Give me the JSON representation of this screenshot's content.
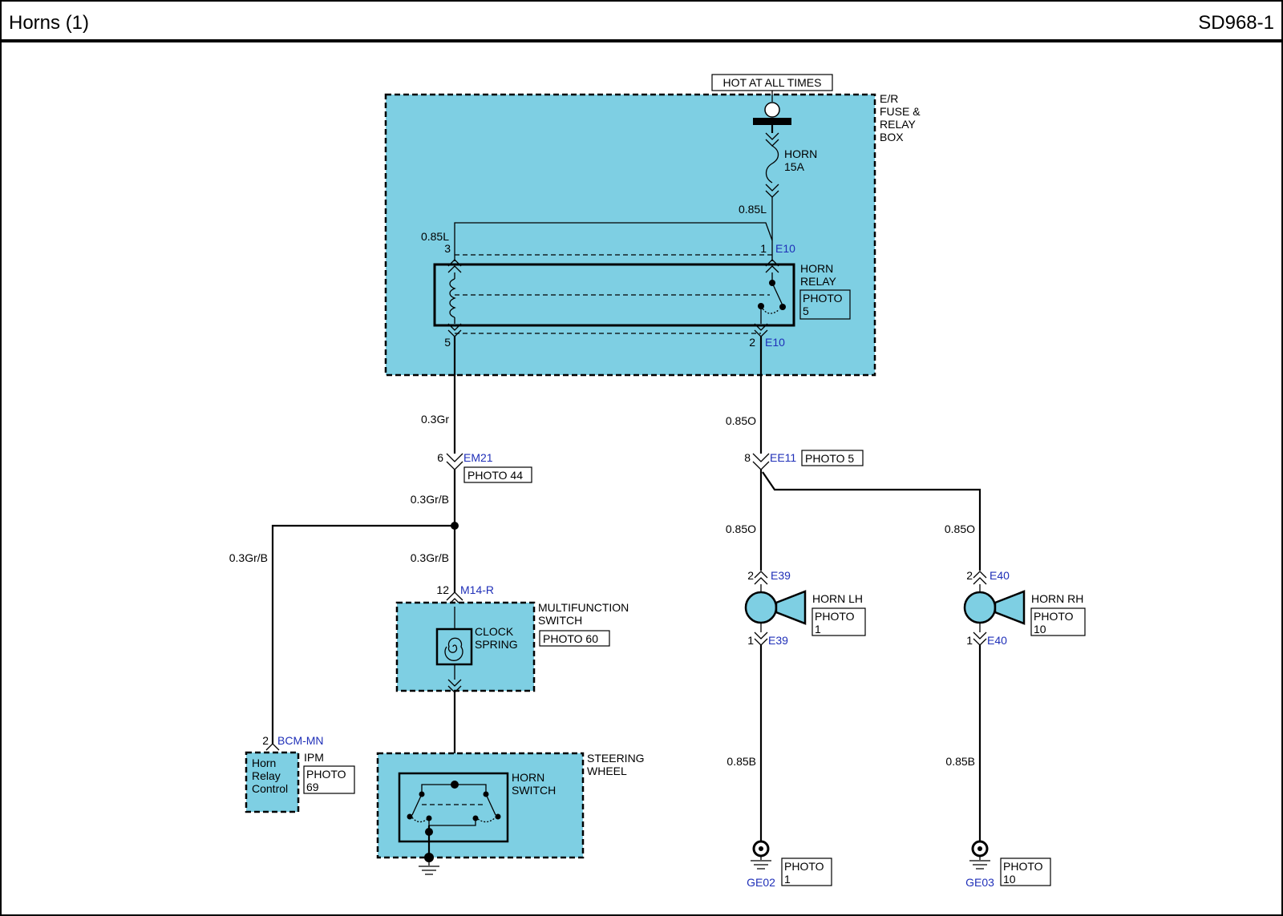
{
  "header": {
    "title": "Horns (1)",
    "code": "SD968-1"
  },
  "power": {
    "label": "HOT AT ALL TIMES"
  },
  "fuse_box": {
    "name_lines": [
      "E/R",
      "FUSE &",
      "RELAY",
      "BOX"
    ],
    "fuse_name": "HORN",
    "fuse_rating": "15A"
  },
  "horn_relay": {
    "name_lines": [
      "HORN",
      "RELAY"
    ],
    "photo_lines": [
      "PHOTO",
      "5"
    ],
    "pins": {
      "p1": "1",
      "p2": "2",
      "p3": "3",
      "p5": "5"
    },
    "connector_top": "E10",
    "connector_bottom": "E10"
  },
  "wires": {
    "fuse_to_relay": "0.85L",
    "relay_pin3": "0.85L",
    "relay_to_em21": "0.3Gr",
    "em21_to_splice": "0.3Gr/B",
    "splice_to_ipm": "0.3Gr/B",
    "splice_to_m14": "0.3Gr/B",
    "relay_to_ee11": "0.85O",
    "ee11_to_horn_lh": "0.85O",
    "ee11_to_horn_rh": "0.85O",
    "horn_lh_ground": "0.85B",
    "horn_rh_ground": "0.85B"
  },
  "connectors": {
    "em21": {
      "pin": "6",
      "id": "EM21",
      "photo": "PHOTO 44"
    },
    "ee11": {
      "pin": "8",
      "id": "EE11",
      "photo": "PHOTO 5"
    },
    "m14": {
      "pin": "12",
      "id": "M14-R"
    }
  },
  "multifunction_switch": {
    "name_lines": [
      "MULTIFUNCTION",
      "SWITCH"
    ],
    "photo": "PHOTO 60",
    "clock_spring_lines": [
      "CLOCK",
      "SPRING"
    ]
  },
  "steering_wheel": {
    "name_lines": [
      "STEERING",
      "WHEEL"
    ],
    "switch_lines": [
      "HORN",
      "SWITCH"
    ]
  },
  "ipm": {
    "pin": "2",
    "connector": "BCM-MN",
    "name": "IPM",
    "function_lines": [
      "Horn",
      "Relay",
      "Control"
    ],
    "photo_lines": [
      "PHOTO",
      "69"
    ]
  },
  "horn_lh": {
    "name": "HORN LH",
    "photo_lines": [
      "PHOTO",
      "1"
    ],
    "pin_top": "2",
    "conn_top": "E39",
    "pin_bottom": "1",
    "conn_bottom": "E39"
  },
  "horn_rh": {
    "name": "HORN RH",
    "photo_lines": [
      "PHOTO",
      "10"
    ],
    "pin_top": "2",
    "conn_top": "E40",
    "pin_bottom": "1",
    "conn_bottom": "E40"
  },
  "ground_lh": {
    "id": "GE02",
    "photo_lines": [
      "PHOTO",
      "1"
    ]
  },
  "ground_rh": {
    "id": "GE03",
    "photo_lines": [
      "PHOTO",
      "10"
    ]
  },
  "colors": {
    "module_fill": "#7ecfe3",
    "connector_text": "#1f2fb8"
  }
}
